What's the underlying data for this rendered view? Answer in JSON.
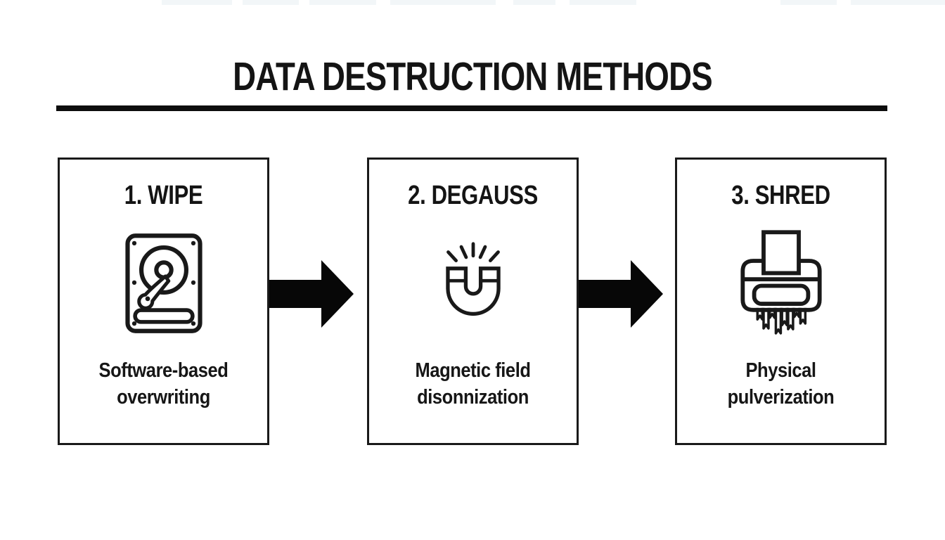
{
  "title": "DATA DESTRUCTION METHODS",
  "methods": [
    {
      "step": "1. WIPE",
      "icon": "hard-drive-icon",
      "description": "Software-based\noverwriting"
    },
    {
      "step": "2. DEGAUSS",
      "icon": "magnet-icon",
      "description": "Magnetic field\ndisonnization"
    },
    {
      "step": "3. SHRED",
      "icon": "shredder-icon",
      "description": "Physical\npulverization"
    }
  ],
  "arrows": [
    {
      "icon": "arrow-right-icon"
    },
    {
      "icon": "arrow-right-icon"
    }
  ],
  "colors": {
    "ink": "#161616",
    "background": "#ffffff"
  }
}
